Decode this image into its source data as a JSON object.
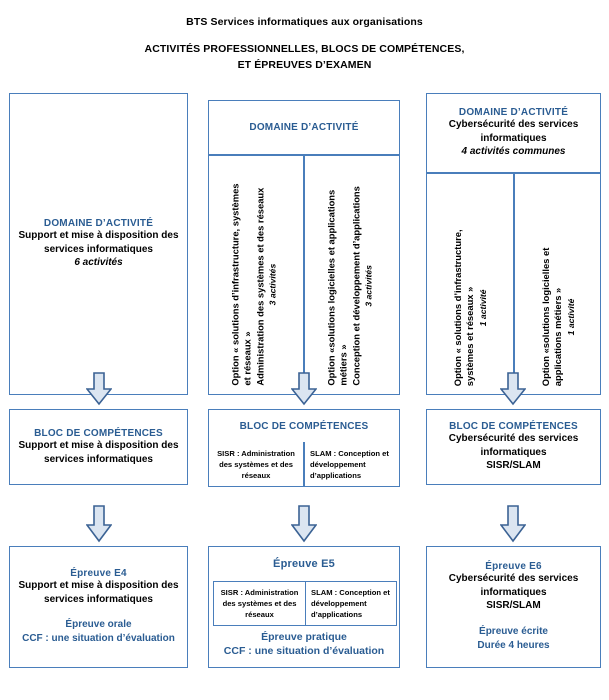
{
  "title": {
    "line1": "BTS Services informatiques aux organisations",
    "line2a": "ACTIVITÉS PROFESSIONNELLES, BLOCS DE COMPÉTENCES,",
    "line2b": "ET ÉPREUVES D’EXAMEN"
  },
  "colors": {
    "border": "#4a7ebb",
    "heading": "#2a5c92",
    "arrow_fill": "#dbe5f1",
    "arrow_stroke": "#3b6294",
    "text": "#000000",
    "background": "#ffffff"
  },
  "columns": {
    "left": {
      "domain": {
        "heading": "DOMAINE D’ACTIVITÉ",
        "body": "Support et mise à disposition des services informatiques",
        "note": "6 activités"
      },
      "bloc": {
        "heading": "BLOC DE COMPÉTENCES",
        "body": "Support et mise à disposition des services informatiques"
      },
      "epreuve": {
        "heading": "Épreuve E4",
        "body": "Support et mise à disposition des services informatiques",
        "mode": "Épreuve orale",
        "detail": "CCF : une situation d’évaluation"
      }
    },
    "middle": {
      "domain": {
        "heading": "DOMAINE D’ACTIVITÉ",
        "cells": [
          {
            "option": "Option « solutions d’infrastructure, systèmes",
            "option2": "et réseaux »",
            "activity": "Administration des systèmes et des réseaux",
            "note": "3 activités"
          },
          {
            "option": "Option «solutions logicielles et applications",
            "option2": "métiers »",
            "activity": "Conception et développement d’applications",
            "note": "3 activités"
          }
        ]
      },
      "bloc": {
        "heading": "BLOC DE COMPÉTENCES",
        "cells": [
          "SISR : Administration des systèmes et des réseaux",
          "SLAM : Conception et développement d’applications"
        ]
      },
      "epreuve": {
        "heading": "Épreuve E5",
        "cells": [
          "SISR : Administration des systèmes et des réseaux",
          "SLAM : Conception et développement d’applications"
        ],
        "mode": "Épreuve pratique",
        "detail": "CCF : une situation d’évaluation"
      }
    },
    "right": {
      "domain": {
        "heading": "DOMAINE D’ACTIVITÉ",
        "body": "Cybersécurité des services informatiques",
        "note": "4 activités communes",
        "cells": [
          {
            "option": "Option « solutions d’infrastructure,",
            "option2": "systèmes et réseaux »",
            "note": "1 activité"
          },
          {
            "option": "Option «solutions logicielles et",
            "option2": "applications métiers »",
            "note": "1 activité"
          }
        ]
      },
      "bloc": {
        "heading": "BLOC DE COMPÉTENCES",
        "body": "Cybersécurité des services informatiques",
        "code": "SISR/SLAM"
      },
      "epreuve": {
        "heading": "Épreuve E6",
        "body": "Cybersécurité des services informatiques",
        "code": "SISR/SLAM",
        "mode": "Épreuve écrite",
        "detail": "Durée 4 heures"
      }
    }
  },
  "arrows": {
    "names": [
      "down-arrow-left-1",
      "down-arrow-middle-1",
      "down-arrow-right-1",
      "down-arrow-left-2",
      "down-arrow-middle-2",
      "down-arrow-right-2"
    ]
  }
}
